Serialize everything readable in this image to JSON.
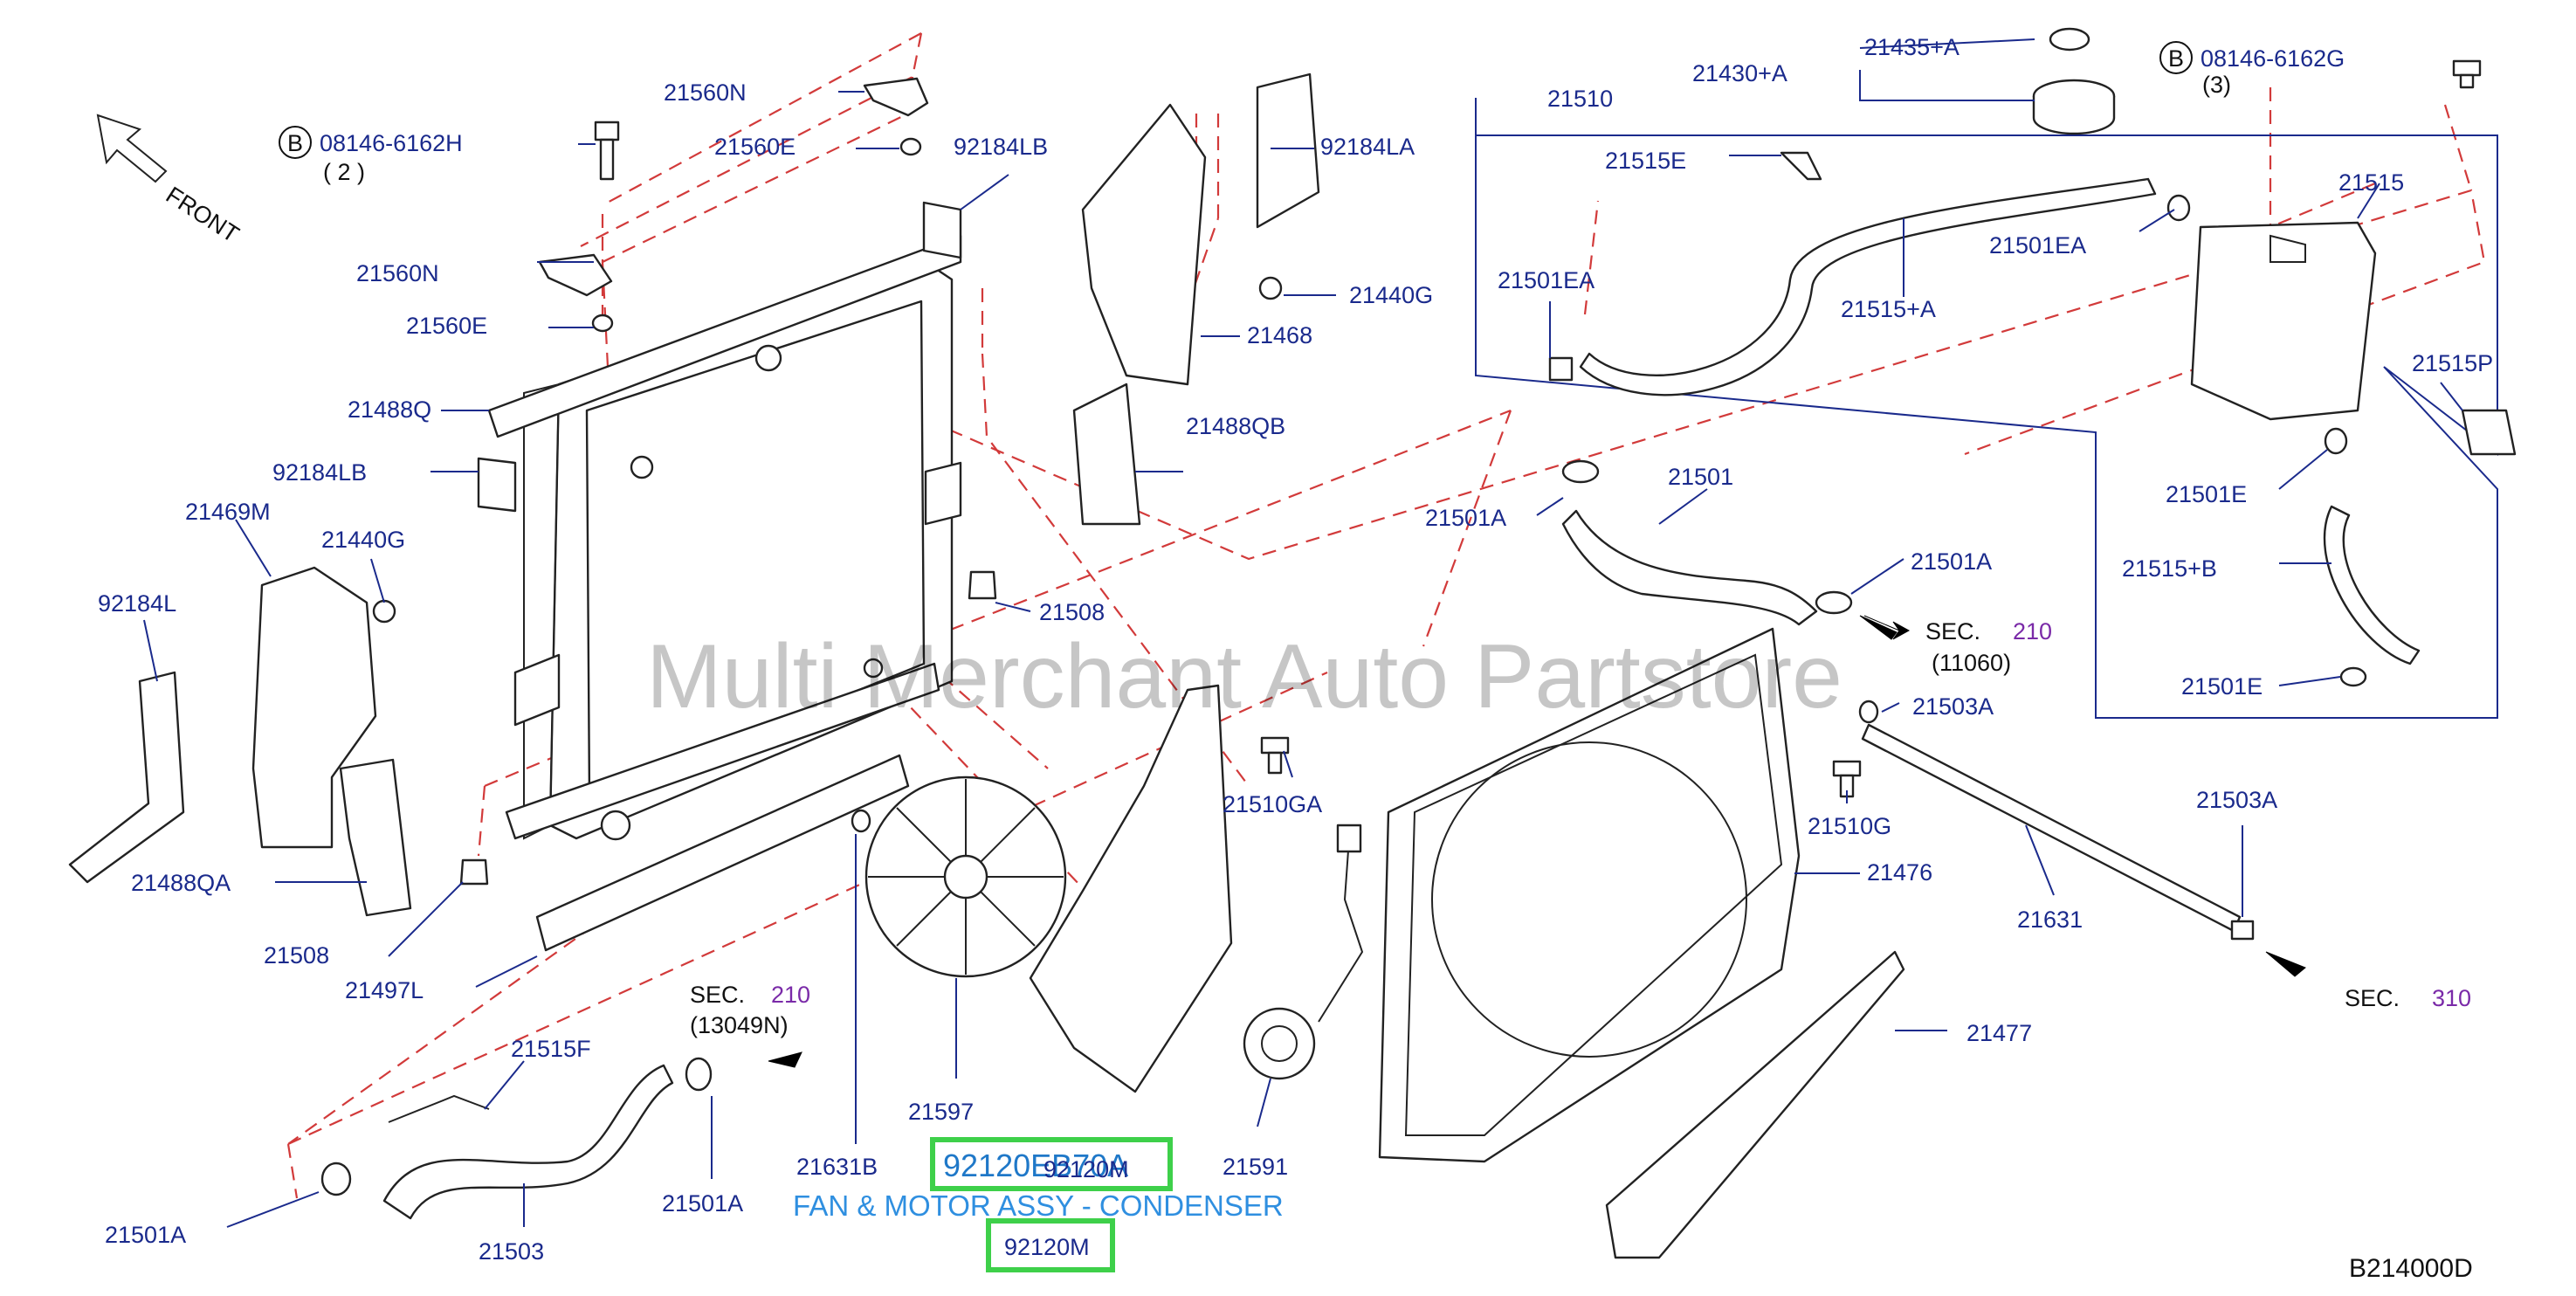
{
  "front_label": "FRONT",
  "diagram_ref": "B214000D",
  "watermark": "Multi Merchant Auto Partstore",
  "highlight": {
    "part_number": "92120EB70A",
    "overlap_code": "92120M",
    "caption": "FAN & MOTOR ASSY - CONDENSER",
    "code_below": "92120M"
  },
  "bolt_labels": {
    "top_left": {
      "circle": "B",
      "part": "08146-6162H",
      "qty": "( 2 )"
    },
    "top_right": {
      "circle": "B",
      "part": "08146-6162G",
      "qty": "(3)"
    }
  },
  "sec_refs": {
    "right_upper": {
      "prefix": "SEC.",
      "num": "210",
      "sub": "(11060)"
    },
    "bottom_left": {
      "prefix": "SEC.",
      "num": "210",
      "sub": "(13049N)"
    },
    "right_lower": {
      "prefix": "SEC.",
      "num": "310"
    }
  },
  "labels": {
    "l21560N_a": "21560N",
    "l21560E_a": "21560E",
    "l21560N_b": "21560N",
    "l21560E_b": "21560E",
    "l92184LB_a": "92184LB",
    "l92184LB_b": "92184LB",
    "l92184LA": "92184LA",
    "l21440G_a": "21440G",
    "l21468": "21468",
    "l21488QB": "21488QB",
    "l21488Q": "21488Q",
    "l21469M": "21469M",
    "l21440G_b": "21440G",
    "l92184L": "92184L",
    "l21488QA": "21488QA",
    "l21508_a": "21508",
    "l21508_b": "21508",
    "l21497L": "21497L",
    "l21510": "21510",
    "l21430A": "21430+A",
    "l21435A": "21435+A",
    "l21515E": "21515E",
    "l21501EA_a": "21501EA",
    "l21515A": "21515+A",
    "l21501EA_b": "21501EA",
    "l21515": "21515",
    "l21515P": "21515P",
    "l21501E_a": "21501E",
    "l21515B": "21515+B",
    "l21501E_b": "21501E",
    "l21501A_a": "21501A",
    "l21501": "21501",
    "l21501A_b": "21501A",
    "l21503A_a": "21503A",
    "l21510GA": "21510GA",
    "l21510G": "21510G",
    "l21476": "21476",
    "l21503A_b": "21503A",
    "l21631": "21631",
    "l21477": "21477",
    "l21515F": "21515F",
    "l21501A_c": "21501A",
    "l21501A_d": "21501A",
    "l21503": "21503",
    "l21631B": "21631B",
    "l21597": "21597",
    "l21591": "21591"
  }
}
